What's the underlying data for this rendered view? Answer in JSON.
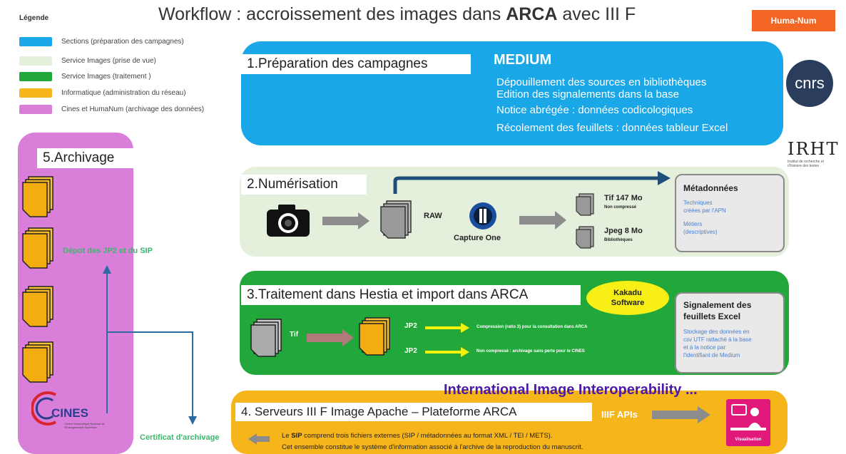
{
  "title": {
    "prefix": "Workflow  : accroissement des images dans ",
    "bold": "ARCA",
    "suffix": " avec III F"
  },
  "legend": {
    "title": "Légende",
    "items": [
      {
        "label": "Sections (préparation des campagnes)",
        "color": "#1aa7e8"
      },
      {
        "label": "Service Images (prise de vue)",
        "color": "#e4f0dc"
      },
      {
        "label": "Service Images (traitement )",
        "color": "#22a83a"
      },
      {
        "label": "Informatique (administration du réseau)",
        "color": "#f7b51c"
      },
      {
        "label": "Cines et HumaNum (archivage des données)",
        "color": "#d97ed9"
      }
    ]
  },
  "logos": {
    "humanum": "Huma-Num",
    "cnrs": "cnrs",
    "irht": "IRHT",
    "irht_sub": "Institut de recherche et d'histoire des textes",
    "cines": "CINES",
    "cines_sub": "Centre Informatique National de l'Enseignement Supérieur"
  },
  "section1": {
    "label": "1.Préparation  des campagnes",
    "medium_title": "MEDIUM",
    "lines": [
      "Dépouillement des sources en bibliothèques",
      "Edition des signalements dans la base",
      "Notice abrégée : données codicologiques",
      "Récolement des feuillets : données tableur Excel"
    ]
  },
  "section2": {
    "label": "2.Numérisation",
    "raw": "RAW",
    "capture": "Capture One",
    "tif": "Tif 147 Mo",
    "tif_sub": "Non compressé",
    "jpeg": "Jpeg 8 Mo",
    "jpeg_sub": "Bibliothèques",
    "meta_title": "Métadonnées",
    "meta_lines": [
      "Techniques",
      "créées par l'APN",
      "Métiers",
      "(descriptives)"
    ]
  },
  "section3": {
    "label": "3.Traitement dans Hestia et import dans ARCA",
    "kakadu_1": "Kakadu",
    "kakadu_2": "Software",
    "tif": "Tif",
    "jp2_a": "JP2",
    "jp2_a_text": "Compression (ratio 3)  pour la consultation dans ARCA",
    "jp2_b": "JP2",
    "jp2_b_text": "Non compressé : archivage sans perte  pour le CINES",
    "side_title_1": "Signalement des",
    "side_title_2": "feuillets Excel",
    "side_lines": [
      "Stockage des données  en",
      "csv UTF rattaché à la base",
      "et à la notice par",
      "l'identifiant de Medium"
    ]
  },
  "section4": {
    "iiif_title": "International Image Interoperability ...",
    "label": "4. Serveurs III F Image Apache – Plateforme ARCA",
    "apis": "IIIF APIs",
    "visu": "Visualisation",
    "line1_prefix": "Le ",
    "line1_bold": "SIP",
    "line1_rest": " comprend trois fichiers externes (SIP / métadonnées au format XML / TEI / METS).",
    "line2": "Cet ensemble constitue le système d'information associé à l'archive de la reproduction du manuscrit."
  },
  "section5": {
    "label": "5.Archivage",
    "depot": "Dépot des JP2 et du SIP",
    "certificat": "Certificat d'archivage"
  }
}
